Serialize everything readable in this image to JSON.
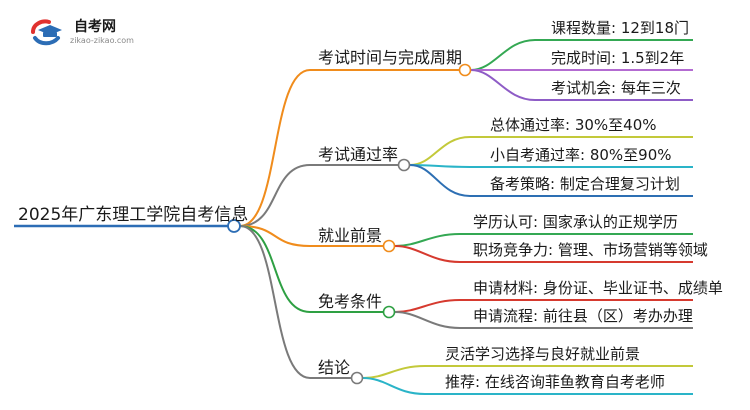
{
  "logo": {
    "name": "自考网",
    "url": "zikao-zikao.com"
  },
  "root": {
    "label": "2025年广东理工学院自考信息",
    "color": "#2c6db5"
  },
  "branches": [
    {
      "label": "考试时间与完成周期",
      "color": "#f08c1c",
      "children": [
        {
          "label": "课程数量: 12到18门",
          "color": "#34a853"
        },
        {
          "label": "完成时间: 1.5到2年",
          "color": "#b36bd1"
        },
        {
          "label": "考试机会: 每年三次",
          "color": "#8e5cc6"
        }
      ]
    },
    {
      "label": "考试通过率",
      "color": "#7a7a7a",
      "children": [
        {
          "label": "总体通过率: 30%至40%",
          "color": "#c3c93a"
        },
        {
          "label": "小自考通过率: 80%至90%",
          "color": "#2ab4c8"
        },
        {
          "label": "备考策略: 制定合理复习计划",
          "color": "#2d6fb3"
        }
      ]
    },
    {
      "label": "就业前景",
      "color": "#f08c1c",
      "children": [
        {
          "label": "学历认可: 国家承认的正规学历",
          "color": "#34a853"
        },
        {
          "label": "职场竞争力: 管理、市场营销等领域",
          "color": "#d63a2f"
        }
      ]
    },
    {
      "label": "免考条件",
      "color": "#2ea043",
      "children": [
        {
          "label": "申请材料: 身份证、毕业证书、成绩单",
          "color": "#d63a2f"
        },
        {
          "label": "申请流程: 前往县（区）考办办理",
          "color": "#7a7a7a"
        }
      ]
    },
    {
      "label": "结论",
      "color": "#7a7a7a",
      "children": [
        {
          "label": "灵活学习选择与良好就业前景",
          "color": "#c3c93a"
        },
        {
          "label": "推荐: 在线咨询菲鱼教育自考老师",
          "color": "#2ab4c8"
        }
      ]
    }
  ]
}
